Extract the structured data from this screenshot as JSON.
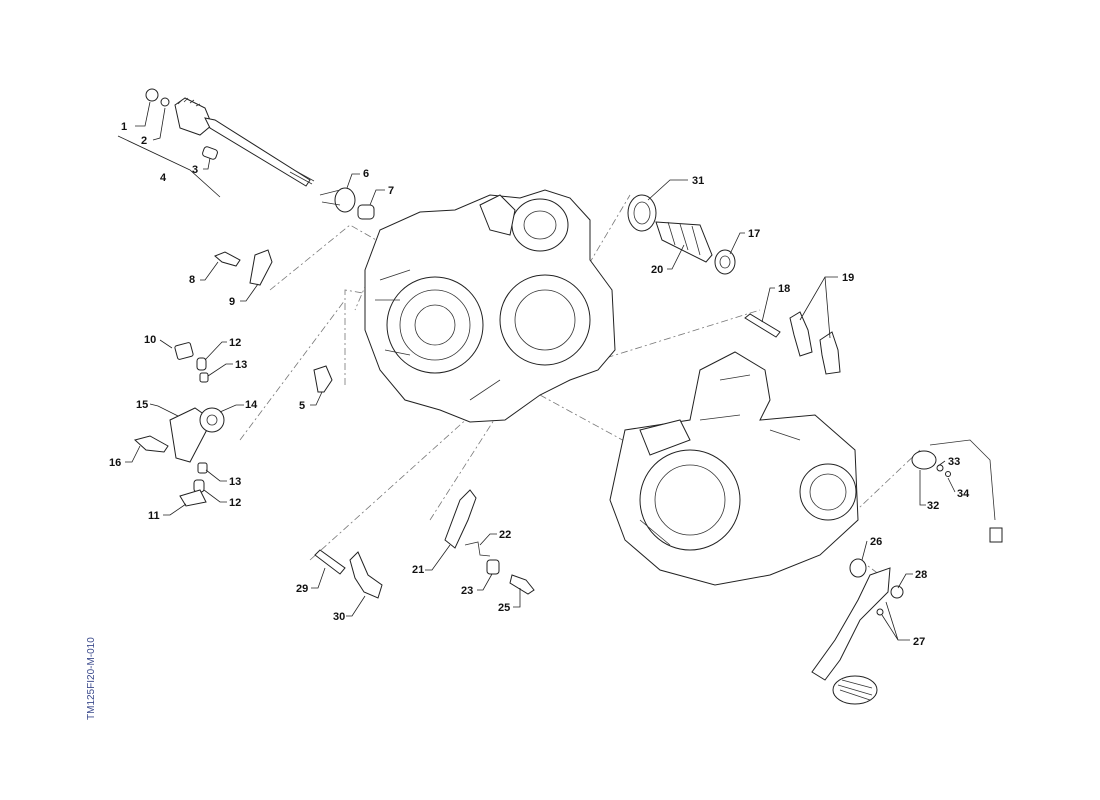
{
  "drawing_code": "TM125FI20-M-010",
  "labels": {
    "l1": "1",
    "l2": "2",
    "l3": "3",
    "l4": "4",
    "l5": "5",
    "l6": "6",
    "l7": "7",
    "l8": "8",
    "l9": "9",
    "l10": "10",
    "l11": "11",
    "l12a": "12",
    "l12b": "12",
    "l13a": "13",
    "l13b": "13",
    "l14": "14",
    "l15": "15",
    "l16": "16",
    "l17": "17",
    "l18": "18",
    "l19": "19",
    "l20": "20",
    "l21": "21",
    "l22": "22",
    "l23": "23",
    "l25": "25",
    "l26": "26",
    "l27": "27",
    "l28": "28",
    "l29": "29",
    "l30": "30",
    "l31": "31",
    "l32": "32",
    "l33": "33",
    "l34": "34"
  }
}
